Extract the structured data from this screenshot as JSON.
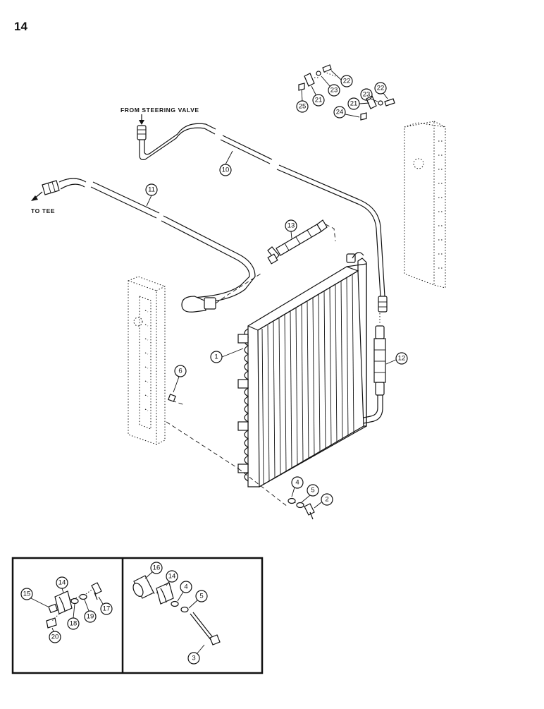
{
  "page": {
    "number": "14"
  },
  "labels": {
    "from_steering_valve": "FROM STEERING VALVE",
    "to_tee": "TO TEE"
  },
  "callouts": {
    "c1": "1",
    "c2": "2",
    "c3": "3",
    "c4": "4",
    "c5": "5",
    "c6": "6",
    "c10": "10",
    "c11": "11",
    "c12": "12",
    "c13": "13",
    "c14": "14",
    "c15": "15",
    "c16": "16",
    "c17": "17",
    "c18": "18",
    "c19": "19",
    "c20": "20",
    "c21": "21",
    "c22": "22",
    "c23": "23",
    "c24": "24",
    "c25": "25"
  }
}
